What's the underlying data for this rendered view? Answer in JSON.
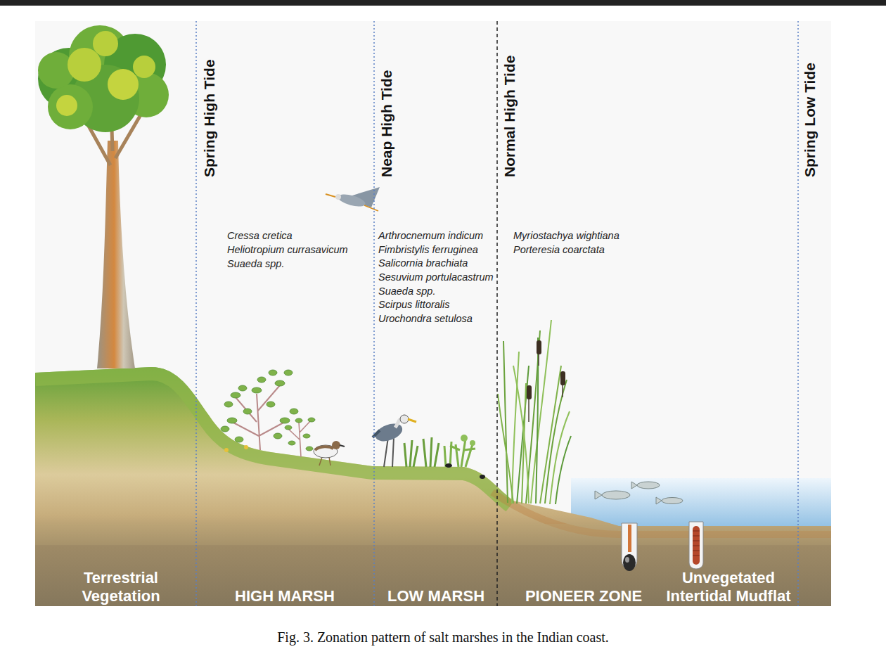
{
  "diagram": {
    "caption": "Fig. 3. Zonation pattern of salt marshes in the Indian coast.",
    "labels": [
      "Spring High Tide",
      "Neap High Tide",
      "Normal High Tide",
      "Spring Low Tide",
      "Cressa cretica",
      "Heliotropium currasavicum",
      "Suaeda spp.",
      "Arthrocnemum indicum",
      "Fimbristylis ferruginea",
      "Salicornia brachiata",
      "Sesuvium portulacastrum",
      "Suaeda spp.",
      "Scirpus littoralis",
      "Urochondra setulosa",
      "Myriostachya wightiana",
      "Porteresia coarctata",
      "Terrestrial Vegetation",
      "HIGH MARSH",
      "LOW MARSH",
      "PIONEER ZONE",
      "Unvegetated Intertidal Mudflat"
    ]
  }
}
